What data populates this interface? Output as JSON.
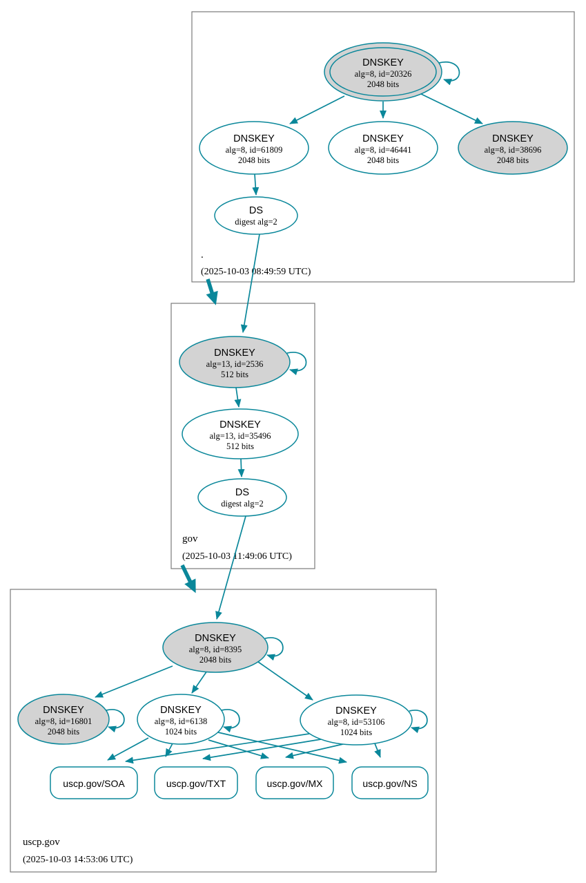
{
  "colors": {
    "secure_edge": "#0a879a",
    "sep_key_fill": "#d3d3d3",
    "zone_border": "#7a7a7a",
    "text": "#000000",
    "background": "#ffffff"
  },
  "zones": {
    "root": {
      "label": ".",
      "timestamp": "(2025-10-03 08:49:59 UTC)",
      "nodes": {
        "ksk20326": {
          "title": "DNSKEY",
          "line2": "alg=8, id=20326",
          "line3": "2048 bits"
        },
        "key61809": {
          "title": "DNSKEY",
          "line2": "alg=8, id=61809",
          "line3": "2048 bits"
        },
        "key46441": {
          "title": "DNSKEY",
          "line2": "alg=8, id=46441",
          "line3": "2048 bits"
        },
        "key38696": {
          "title": "DNSKEY",
          "line2": "alg=8, id=38696",
          "line3": "2048 bits"
        },
        "ds": {
          "title": "DS",
          "line2": "digest alg=2"
        }
      }
    },
    "gov": {
      "label": "gov",
      "timestamp": "(2025-10-03 11:49:06 UTC)",
      "nodes": {
        "ksk2536": {
          "title": "DNSKEY",
          "line2": "alg=13, id=2536",
          "line3": "512 bits"
        },
        "key35496": {
          "title": "DNSKEY",
          "line2": "alg=13, id=35496",
          "line3": "512 bits"
        },
        "ds": {
          "title": "DS",
          "line2": "digest alg=2"
        }
      }
    },
    "uscp_gov": {
      "label": "uscp.gov",
      "timestamp": "(2025-10-03 14:53:06 UTC)",
      "nodes": {
        "ksk8395": {
          "title": "DNSKEY",
          "line2": "alg=8, id=8395",
          "line3": "2048 bits"
        },
        "key16801": {
          "title": "DNSKEY",
          "line2": "alg=8, id=16801",
          "line3": "2048 bits"
        },
        "key6138": {
          "title": "DNSKEY",
          "line2": "alg=8, id=6138",
          "line3": "1024 bits"
        },
        "key53106": {
          "title": "DNSKEY",
          "line2": "alg=8, id=53106",
          "line3": "1024 bits"
        }
      },
      "rrsets": [
        {
          "label": "uscp.gov/SOA"
        },
        {
          "label": "uscp.gov/TXT"
        },
        {
          "label": "uscp.gov/MX"
        },
        {
          "label": "uscp.gov/NS"
        }
      ]
    }
  }
}
